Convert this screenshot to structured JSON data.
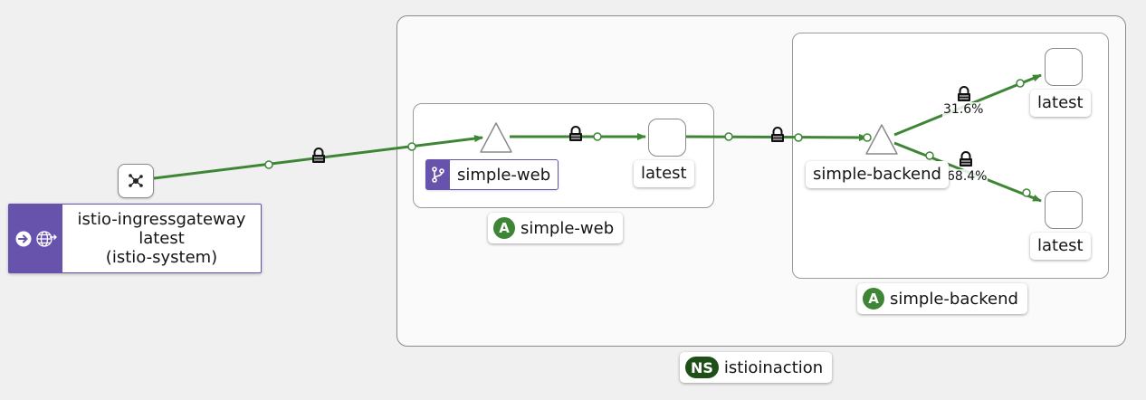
{
  "namespace": {
    "badge": "NS",
    "name": "istioinaction"
  },
  "apps": {
    "web": {
      "badge": "A",
      "name": "simple-web"
    },
    "backend": {
      "badge": "A",
      "name": "simple-backend"
    }
  },
  "services": {
    "web": "simple-web",
    "backend": "simple-backend"
  },
  "workloads": {
    "web_latest": "latest",
    "backend_latest_top": "latest",
    "backend_latest_bottom": "latest"
  },
  "ingress": {
    "name": "istio-ingressgateway",
    "version": "latest",
    "namespace": "(istio-system)"
  },
  "edges": {
    "backend_top_pct": "31.6%",
    "backend_bottom_pct": "68.4%"
  },
  "colors": {
    "edge": "#3e8635",
    "accent_purple": "#6753ac",
    "app_badge": "#3e8635",
    "ns_badge": "#1e4f18"
  },
  "icons": [
    "lock-icon",
    "service-icon",
    "gateway-icon",
    "globe-icon",
    "arrow-circle-icon"
  ]
}
